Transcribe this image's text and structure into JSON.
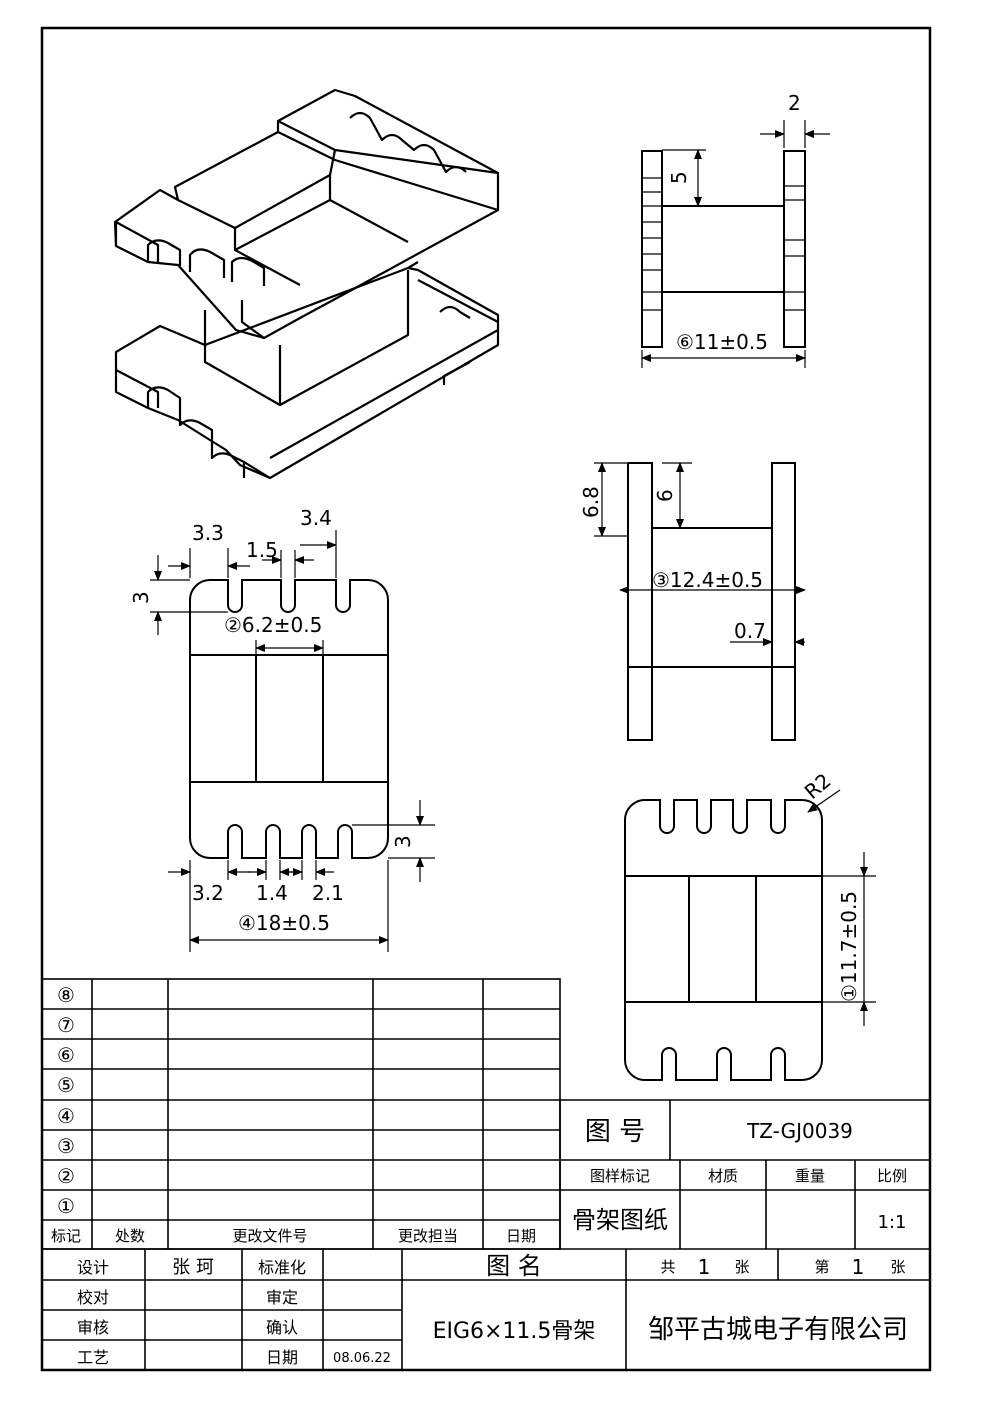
{
  "title_block": {
    "drawing_no_label": "图 号",
    "drawing_no": "TZ-GJ0039",
    "sample_mark_label": "图样标记",
    "material_label": "材质",
    "weight_label": "重量",
    "scale_label": "比例",
    "sheet_title": "骨架图纸",
    "scale": "1:1",
    "name_label": "图 名",
    "total_label": "共",
    "total_sheets": "1",
    "zhang1": "张",
    "sheet_label": "第",
    "sheet_no": "1",
    "zhang2": "张",
    "part_name": "EIG6×11.5骨架",
    "company": "邹平古城电子有限公司",
    "design_label": "设计",
    "designer": "张 珂",
    "standard_label": "标准化",
    "check_label": "校对",
    "review_label": "审定",
    "audit_label": "审核",
    "confirm_label": "确认",
    "process_label": "工艺",
    "date_label": "日期",
    "date": "08.06.22"
  },
  "revision_table": {
    "rows": [
      "⑧",
      "⑦",
      "⑥",
      "⑤",
      "④",
      "③",
      "②",
      "①"
    ],
    "headers": [
      "标记",
      "处数",
      "更改文件号",
      "更改担当",
      "日期"
    ]
  },
  "dimensions": {
    "side_top_2": "2",
    "side_top_5": "5",
    "side_top_11": "⑥11±0.5",
    "top_3_3": "3.3",
    "top_3_4": "3.4",
    "top_1_5": "1.5",
    "top_3": "3",
    "top_6_2": "②6.2±0.5",
    "bot_3": "3",
    "bot_3_2": "3.2",
    "bot_1_4": "1.4",
    "bot_2_1": "2.1",
    "bot_18": "④18±0.5",
    "side_6_8": "6.8",
    "side_6": "6",
    "side_12_4": "③12.4±0.5",
    "side_0_7": "0.7",
    "r2": "R2",
    "dim_11_7": "①11.7±0.5"
  }
}
